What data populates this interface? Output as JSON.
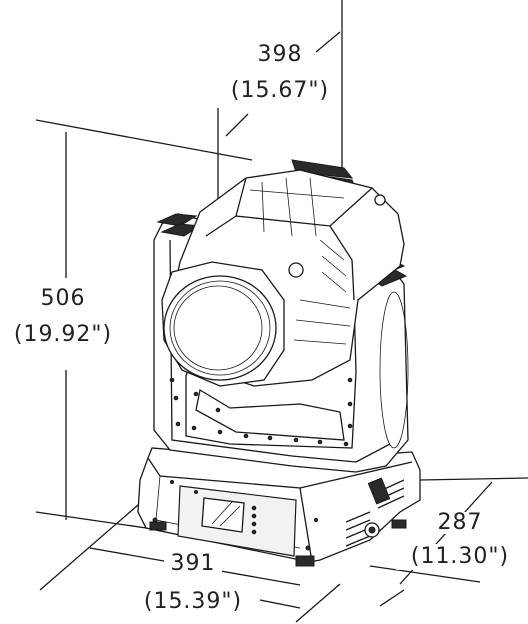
{
  "dimensions": {
    "width": {
      "mm": "398",
      "in": "(15.67\")"
    },
    "height": {
      "mm": "506",
      "in": "(19.92\")"
    },
    "base_width": {
      "mm": "391",
      "in": "(15.39\")"
    },
    "depth": {
      "mm": "287",
      "in": "(11.30\")"
    }
  }
}
